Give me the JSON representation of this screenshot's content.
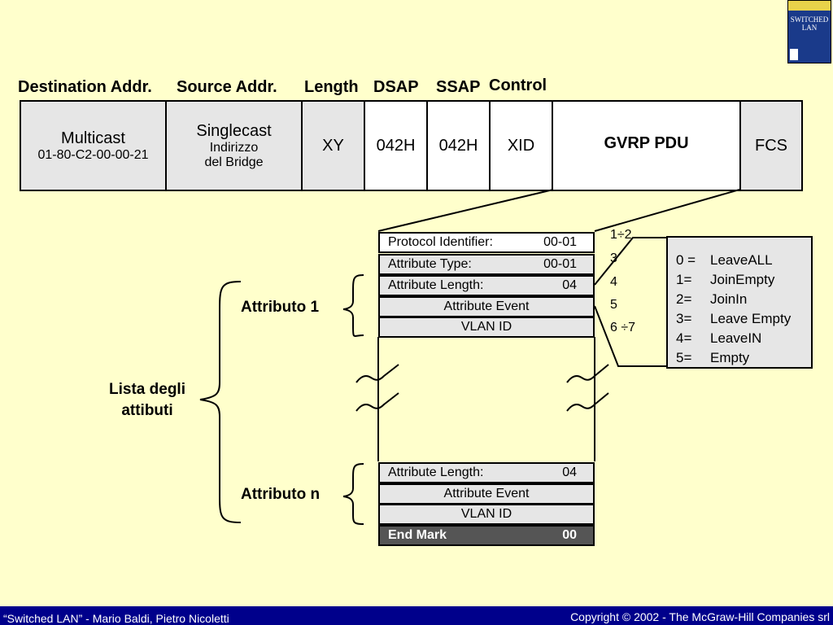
{
  "frame_headers": {
    "destination": "Destination Addr.",
    "source": "Source Addr.",
    "length": "Length",
    "dsap": "DSAP",
    "ssap": "SSAP",
    "control": "Control"
  },
  "frame_fields": {
    "multicast_title": "Multicast",
    "multicast_addr": "01-80-C2-00-00-21",
    "singlecast_title": "Singlecast",
    "singlecast_line2": "Indirizzo",
    "singlecast_line3": "del Bridge",
    "length": "XY",
    "dsap": "042H",
    "ssap": "042H",
    "control": "XID",
    "gvrp_pdu": "GVRP PDU",
    "fcs": "FCS"
  },
  "pdu_rows_top": [
    {
      "label": "Protocol Identifier:",
      "value": "00-01"
    },
    {
      "label": "Attribute Type:",
      "value": "00-01"
    },
    {
      "label": "Attribute Length:",
      "value": "04"
    },
    {
      "label": "Attribute Event",
      "value": ""
    },
    {
      "label": "VLAN  ID",
      "value": ""
    }
  ],
  "pdu_rows_bottom": [
    {
      "label": "Attribute Length:",
      "value": "04"
    },
    {
      "label": "Attribute Event",
      "value": ""
    },
    {
      "label": "VLAN  ID",
      "value": ""
    },
    {
      "label": "End Mark",
      "value": "00"
    }
  ],
  "octet_numbers": [
    "1÷2",
    "3",
    "4",
    "5",
    "6 ÷7"
  ],
  "attribute_events": [
    {
      "code": "0 =",
      "name": "LeaveALL"
    },
    {
      "code": "1=",
      "name": "JoinEmpty"
    },
    {
      "code": "2=",
      "name": "JoinIn"
    },
    {
      "code": "3=",
      "name": "Leave Empty"
    },
    {
      "code": "4=",
      "name": "LeaveIN"
    },
    {
      "code": "5=",
      "name": "Empty"
    }
  ],
  "labels": {
    "attributo1": "Attributo 1",
    "attributon": "Attributo n",
    "lista_line1": "Lista degli",
    "lista_line2": "attibuti"
  },
  "book": {
    "title_line1": "SWITCHED",
    "title_line2": "LAN"
  },
  "footer": {
    "left": "“Switched LAN” - Mario Baldi, Pietro Nicoletti",
    "right": "Copyright © 2002 - The McGraw-Hill Companies srl"
  },
  "colors": {
    "background": "#ffffcc",
    "field_gray": "#e6e6e6",
    "end_mark": "#555555",
    "footer": "#00008b"
  }
}
